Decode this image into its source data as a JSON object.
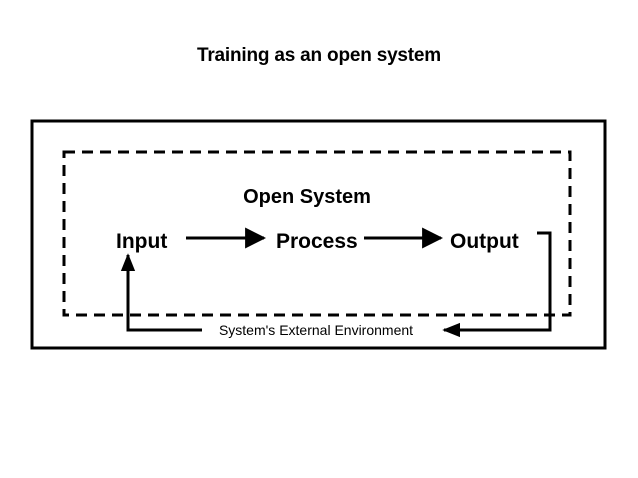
{
  "slide": {
    "title": "Training as an open system",
    "background_color": "#ffffff",
    "ink_color": "#000000"
  },
  "diagram": {
    "outer_boundary": {
      "name": "outer-solid-border",
      "style": "solid"
    },
    "system_boundary": {
      "name": "open-system-dashed-border",
      "style": "dashed",
      "heading": "Open System"
    },
    "nodes": [
      {
        "id": "input",
        "label": "Input"
      },
      {
        "id": "process",
        "label": "Process"
      },
      {
        "id": "output",
        "label": "Output"
      }
    ],
    "flow_arrows": [
      {
        "id": "input-to-process",
        "from": "Input",
        "to": "Process",
        "direction": "right"
      },
      {
        "id": "process-to-output",
        "from": "Process",
        "to": "Output",
        "direction": "right"
      }
    ],
    "feedback_loop": {
      "id": "feedback-loop",
      "label": "System's External Environment",
      "from": "Output",
      "to": "Input",
      "direction": "counterclockwise"
    }
  }
}
